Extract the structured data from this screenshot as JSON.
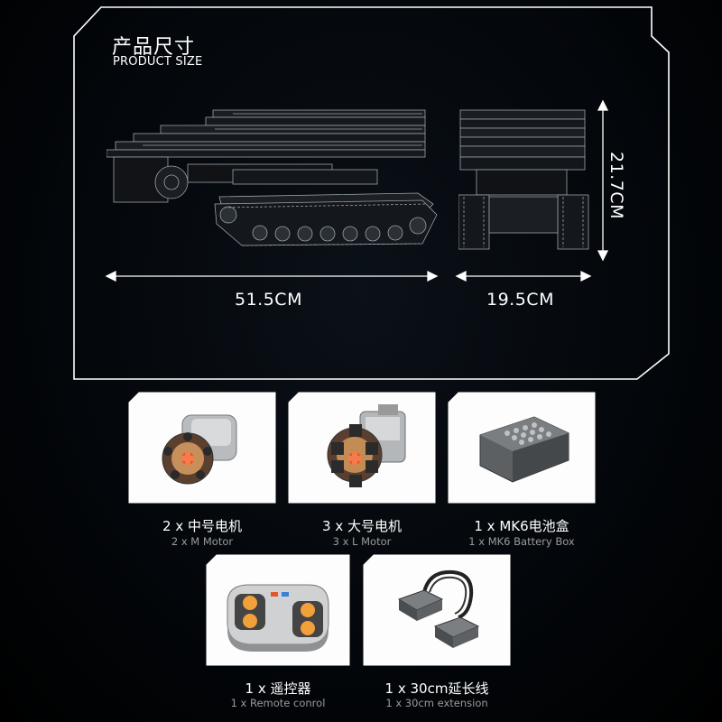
{
  "header": {
    "title_cn": "产品尺寸",
    "title_en": "PRODUCT SIZE"
  },
  "dimensions": {
    "length": "51.5CM",
    "width": "19.5CM",
    "height": "21.7CM"
  },
  "accessories": [
    {
      "cn": "2 x 中号电机",
      "en": "2 x M  Motor",
      "icon": "m-motor-icon"
    },
    {
      "cn": "3 x 大号电机",
      "en": "3 x L  Motor",
      "icon": "l-motor-icon"
    },
    {
      "cn": "1 x MK6电池盒",
      "en": "1 x MK6 Battery Box",
      "icon": "battery-box-icon"
    },
    {
      "cn": "1 x 遥控器",
      "en": "1 x Remote conrol",
      "icon": "remote-control-icon"
    },
    {
      "cn": "1 x 30cm延长线",
      "en": "1 x 30cm extension",
      "icon": "extension-cable-icon"
    }
  ],
  "colors": {
    "accent": "#ffffff",
    "background": "#05080c",
    "caption_secondary": "#9a9a9a"
  }
}
